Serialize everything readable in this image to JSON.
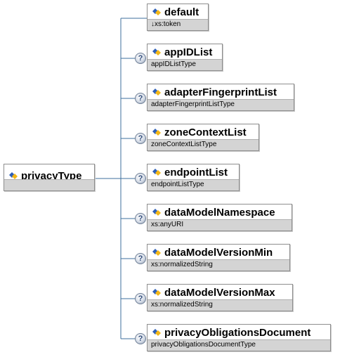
{
  "root": {
    "name": "privacyType"
  },
  "children": [
    {
      "name": "default",
      "type": "↓xs:token",
      "optional": false
    },
    {
      "name": "appIDList",
      "type": "appIDListType",
      "optional": true
    },
    {
      "name": "adapterFingerprintList",
      "type": "adapterFingerprintListType",
      "optional": true
    },
    {
      "name": "zoneContextList",
      "type": "zoneContextListType",
      "optional": true
    },
    {
      "name": "endpointList",
      "type": "endpointListType",
      "optional": true
    },
    {
      "name": "dataModelNamespace",
      "type": "xs:anyURI",
      "optional": true
    },
    {
      "name": "dataModelVersionMin",
      "type": "xs:normalizedString",
      "optional": true
    },
    {
      "name": "dataModelVersionMax",
      "type": "xs:normalizedString",
      "optional": true
    },
    {
      "name": "privacyObligationsDocument",
      "type": "privacyObligationsDocumentType",
      "optional": true
    }
  ],
  "optional_marker": "?",
  "colors": {
    "line": "#3d6f9e",
    "type_band": "#d4d4d4",
    "border": "#8e8e8e"
  },
  "icon": "element-diamond-icon"
}
